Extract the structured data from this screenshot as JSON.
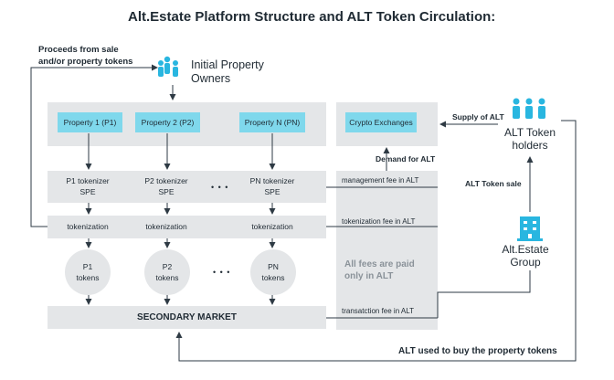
{
  "title": "Alt.Estate Platform Structure and ALT Token Circulation:",
  "nodes": {
    "initial_owners": {
      "line1": "Initial Property",
      "line2": "Owners",
      "icon": "people-icon"
    },
    "properties": [
      "Property 1 (P1)",
      "Property 2 (P2)",
      "Property N (PN)"
    ],
    "crypto_exchanges": "Crypto Exchanges",
    "tokenizers": [
      {
        "line1": "P1 tokenizer",
        "line2": "SPE"
      },
      {
        "line1": "P2 tokenizer",
        "line2": "SPE"
      },
      {
        "line1": "PN tokenizer",
        "line2": "SPE"
      }
    ],
    "tokenization": [
      "tokenization",
      "tokenization",
      "tokenization"
    ],
    "tokens": [
      {
        "line1": "P1",
        "line2": "tokens"
      },
      {
        "line1": "P2",
        "line2": "tokens"
      },
      {
        "line1": "PN",
        "line2": "tokens"
      }
    ],
    "ellipsis": "• • •",
    "secondary_market": "SECONDARY MARKET",
    "fees_panel": {
      "management_fee": "management fee in ALT",
      "tokenization_fee": "tokenization fee in ALT",
      "fees_note_line1": "All fees are paid",
      "fees_note_line2": "only in ALT",
      "transaction_fee": "transatction fee in ALT"
    },
    "token_holders": {
      "line1": "ALT Token",
      "line2": "holders",
      "icon": "people-icon"
    },
    "group": {
      "line1": "Alt.Estate",
      "line2": "Group",
      "icon": "building-icon"
    }
  },
  "labels": {
    "proceeds_line1": "Proceeds from sale",
    "proceeds_line2": "and/or property tokens",
    "supply": "Supply of ALT",
    "demand": "Demand for ALT",
    "token_sale": "ALT Token sale",
    "alt_used": "ALT used to buy the property tokens"
  },
  "colors": {
    "panel": "#e4e6e8",
    "property_box": "#7fd8ec",
    "icon": "#29b6e0",
    "line": "#2e3a44",
    "text": "#1f2a33",
    "note": "#8a9299"
  }
}
